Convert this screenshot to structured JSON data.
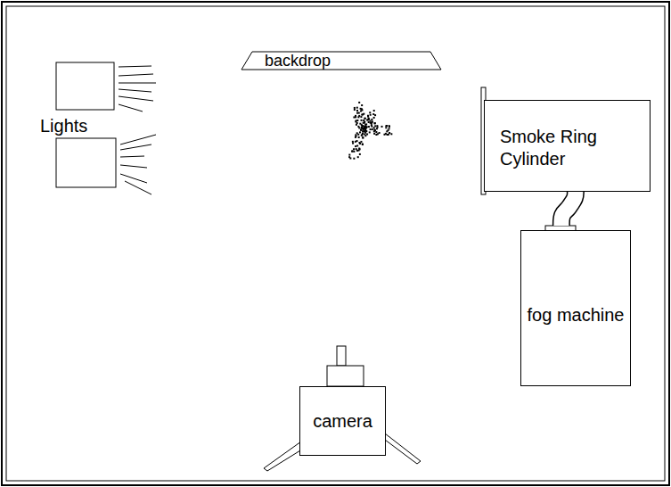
{
  "diagram": {
    "nodes": [
      {
        "text": [
          "backdrop"
        ]
      },
      {
        "text": [
          "Smoke Ring Cylinder"
        ]
      },
      {
        "text": [
          "fog machine"
        ]
      },
      {
        "text": [
          "camera"
        ]
      }
    ],
    "edges": [
      {
        "from": 2,
        "to": 1,
        "arrow": "none"
      }
    ],
    "labels": [
      "Lights"
    ]
  }
}
